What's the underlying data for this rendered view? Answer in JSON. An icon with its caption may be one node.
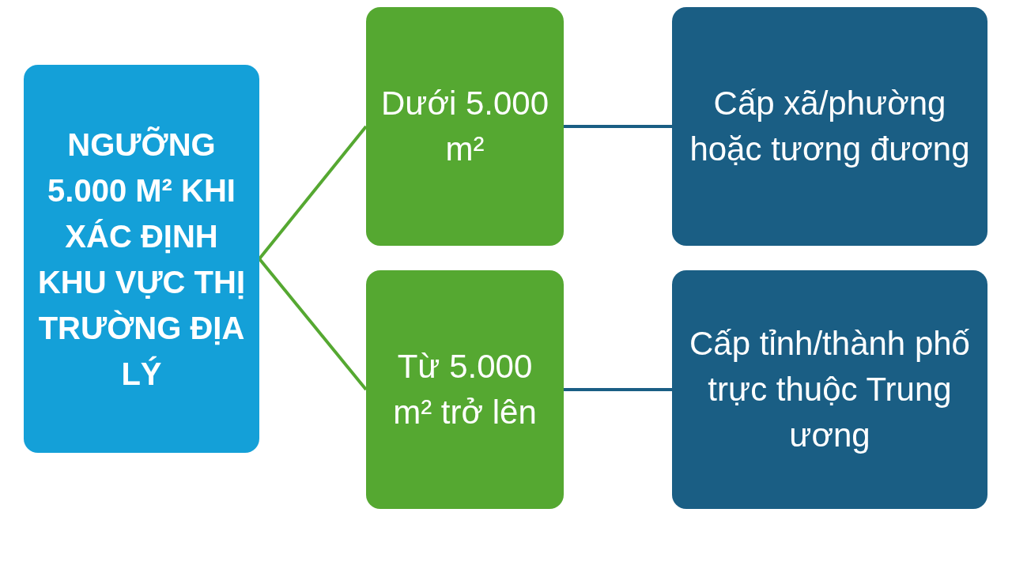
{
  "diagram": {
    "nodes": [
      {
        "text": [
          "NGƯỠNG 5.000 M² KHI XÁC ĐỊNH KHU VỰC THỊ TRƯỜNG ĐỊA LÝ"
        ]
      },
      {
        "text": [
          "Dưới 5.000 m²"
        ]
      },
      {
        "text": [
          "Cấp xã/phường hoặc tương đương"
        ]
      },
      {
        "text": [
          "Từ 5.000 m² trở lên"
        ]
      },
      {
        "text": [
          "Cấp tỉnh/thành phố trực thuộc Trung ương"
        ]
      }
    ],
    "edges": [
      {
        "from": 0,
        "to": 1,
        "arrow": "none",
        "color": "#55a831"
      },
      {
        "from": 0,
        "to": 3,
        "arrow": "none",
        "color": "#55a831"
      },
      {
        "from": 1,
        "to": 2,
        "arrow": "none",
        "color": "#1a5e84"
      },
      {
        "from": 3,
        "to": 4,
        "arrow": "none",
        "color": "#1a5e84"
      }
    ]
  }
}
